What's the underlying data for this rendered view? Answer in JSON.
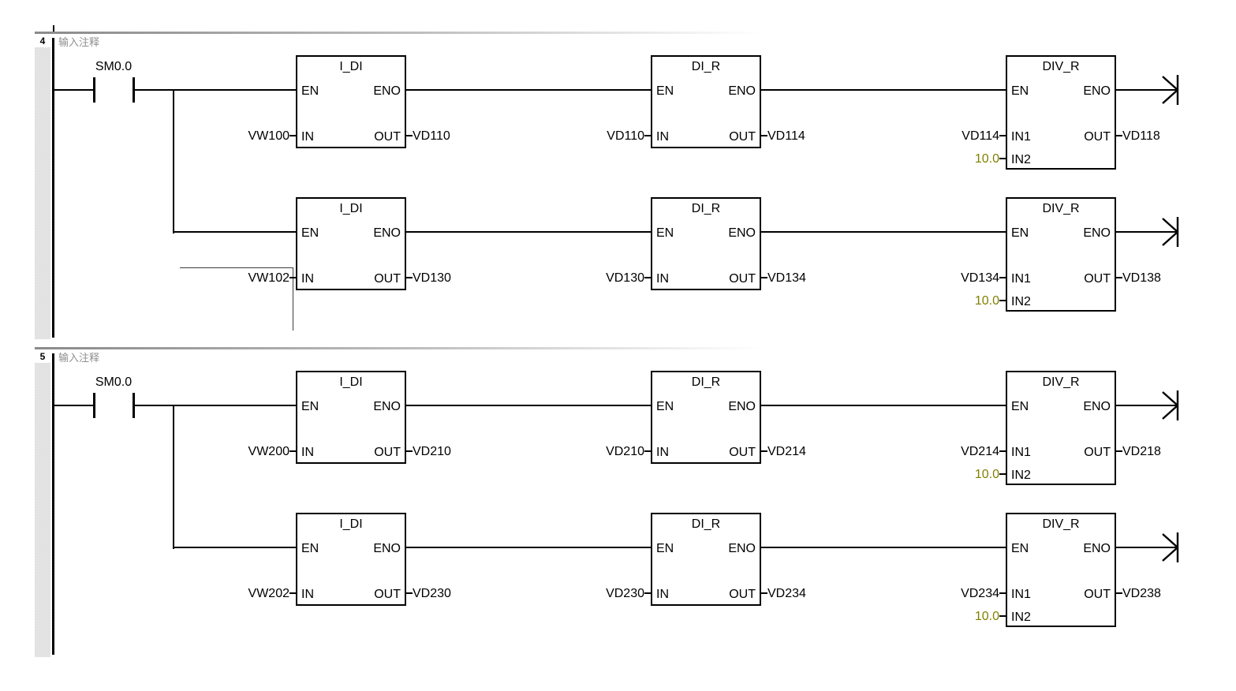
{
  "pins": {
    "en": "EN",
    "eno": "ENO",
    "in": "IN",
    "in1": "IN1",
    "in2": "IN2",
    "out": "OUT"
  },
  "networks": [
    {
      "number": "4",
      "comment": "输入注释",
      "contact": "SM0.0",
      "rows": [
        {
          "b1": {
            "title": "I_DI",
            "in": "VW100",
            "out": "VD110"
          },
          "b2": {
            "title": "DI_R",
            "in": "VD110",
            "out": "VD114"
          },
          "b3": {
            "title": "DIV_R",
            "in1": "VD114",
            "in2": "10.0",
            "out": "VD118"
          }
        },
        {
          "b1": {
            "title": "I_DI",
            "in": "VW102",
            "out": "VD130"
          },
          "b2": {
            "title": "DI_R",
            "in": "VD130",
            "out": "VD134"
          },
          "b3": {
            "title": "DIV_R",
            "in1": "VD134",
            "in2": "10.0",
            "out": "VD138"
          }
        }
      ]
    },
    {
      "number": "5",
      "comment": "输入注释",
      "contact": "SM0.0",
      "rows": [
        {
          "b1": {
            "title": "I_DI",
            "in": "VW200",
            "out": "VD210"
          },
          "b2": {
            "title": "DI_R",
            "in": "VD210",
            "out": "VD214"
          },
          "b3": {
            "title": "DIV_R",
            "in1": "VD214",
            "in2": "10.0",
            "out": "VD218"
          }
        },
        {
          "b1": {
            "title": "I_DI",
            "in": "VW202",
            "out": "VD230"
          },
          "b2": {
            "title": "DI_R",
            "in": "VD230",
            "out": "VD234"
          },
          "b3": {
            "title": "DIV_R",
            "in1": "VD234",
            "in2": "10.0",
            "out": "VD238"
          }
        }
      ]
    }
  ],
  "colors": {
    "wire": "#000000",
    "comment": "#8f8f8f",
    "constant": "#808000",
    "background": "#ffffff"
  }
}
